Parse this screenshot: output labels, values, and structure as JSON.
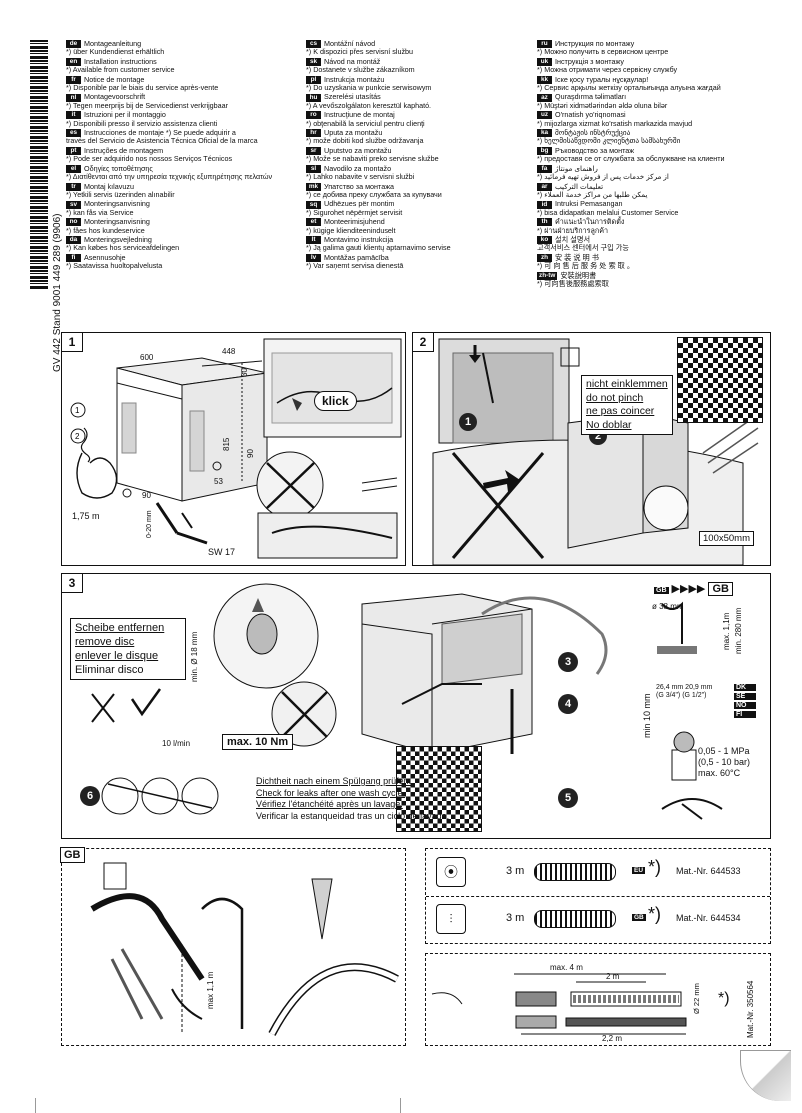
{
  "doc_id": "GV 442 Stand   9001 449 289 (9906)",
  "columns": [
    [
      {
        "code": "de",
        "title": "Montageanleitung",
        "note": "*) über Kundendienst erhältlich"
      },
      {
        "code": "en",
        "title": "Installation instructions",
        "note": "*) Available from customer service"
      },
      {
        "code": "fr",
        "title": "Notice de montage",
        "note": "*) Disponible par le biais du service après-vente"
      },
      {
        "code": "nl",
        "title": "Montagevoorschrift",
        "note": "*) Tegen meerprijs bij de Servicedienst verkrijgbaar"
      },
      {
        "code": "it",
        "title": "Istruzioni per il montaggio",
        "note": "*) Disponibili presso il servizio assistenza clienti"
      },
      {
        "code": "es",
        "title": "Instrucciones de montaje   *) Se puede adquirir a",
        "note": "través del Servicio de Asistencia Técnica Oficial de la marca"
      },
      {
        "code": "pt",
        "title": "Instruções de montagem",
        "note": "*) Pode ser adquirido nos nossos Serviços Técnicos"
      },
      {
        "code": "el",
        "title": "Οδηγίες τοποθέτησης",
        "note": "*) Διατίθενται από την υπηρεσία τεχνικής εξυπηρέτησης πελατών"
      },
      {
        "code": "tr",
        "title": "Montaj kılavuzu",
        "note": "*) Yetkili servis üzerinden alınabilir"
      },
      {
        "code": "sv",
        "title": "Monteringsanvisning",
        "note": "*) kan fås via Service"
      },
      {
        "code": "no",
        "title": "Monteringsanvisning",
        "note": "*) fåes hos kundeservice"
      },
      {
        "code": "da",
        "title": "Monteringsvejledning",
        "note": "*) Kan købes hos serviceafdelingen"
      },
      {
        "code": "fi",
        "title": "Asennusohje",
        "note": "*) Saatavissa huoltopalvelusta"
      }
    ],
    [
      {
        "code": "cs",
        "title": "Montážní návod",
        "note": "*) K dispozici přes servisní službu"
      },
      {
        "code": "sk",
        "title": "Návod na montáž",
        "note": "*) Dostanete v službe zákazníkom"
      },
      {
        "code": "pl",
        "title": "Instrukcja montażu",
        "note": "*) Do uzyskania w punkcie serwisowym"
      },
      {
        "code": "hu",
        "title": "Szerelési utasítás",
        "note": "*) A vevőszolgálaton keresztül kapható."
      },
      {
        "code": "ro",
        "title": "Instrucţiune de montaj",
        "note": "*) obţenabilă la serviciul pentru clienţi"
      },
      {
        "code": "hr",
        "title": "Uputa za montažu",
        "note": "*) može dobiti kod službe održavanja"
      },
      {
        "code": "sr",
        "title": "Uputstvo za montažu",
        "note": "*) Može se nabaviti preko servisne službe"
      },
      {
        "code": "sl",
        "title": "Navodilo za montažo",
        "note": "*) Lahko nabavite v servisni službi"
      },
      {
        "code": "mk",
        "title": "Упатство за монтажа",
        "note": "*) се добива преку службата за купувачи"
      },
      {
        "code": "sq",
        "title": "Udhëzues për montim",
        "note": "*) Sigurohet nëpërmjet servisit"
      },
      {
        "code": "et",
        "title": "Montееrimisjuhend",
        "note": "*) kügige klienditeeninduselt"
      },
      {
        "code": "lt",
        "title": "Montavimo instrukcija",
        "note": "*) Ją galima gauti klientų aptarnavimo servise"
      },
      {
        "code": "lv",
        "title": "Montāžas pamācība",
        "note": "*) Var saņemt servisa dienestā"
      }
    ],
    [
      {
        "code": "ru",
        "title": "Инструкция по монтажу",
        "note": "*) Можно получить в сервисном центре"
      },
      {
        "code": "uk",
        "title": "Інструкція з монтажу",
        "note": "*) Можна отримати через сервісну службу"
      },
      {
        "code": "kk",
        "title": "Іске қосу туралы нұсқаулар!",
        "note": "*) Сервис арқылы жеткізу орталығында алуына жағдай"
      },
      {
        "code": "az",
        "title": "Quraşdırma təlimatları",
        "note": "*) Müştəri xidmətlərindən əldə oluna bilər"
      },
      {
        "code": "uz",
        "title": "O'rnatish yo'riqnomasi",
        "note": "*) mijozlarga xizmat ko'rsatish markazida mavjud"
      },
      {
        "code": "ka",
        "title": "მონტაჟის ინსტრუქცია",
        "note": "*) ხელმისაწვდომი კლიენტთა სამსახურში"
      },
      {
        "code": "bg",
        "title": "Ръководство за монтаж",
        "note": "*) предоставя се от службата за обслужване на клиенти"
      },
      {
        "code": "fa",
        "title": "راهنمای مونتاژ",
        "note": "*) از مرکز خدمات پس از فروش تهیه فرمائید"
      },
      {
        "code": "ar",
        "title": "تعليمات التركيب",
        "note": "*) يمكن طلبها من مراكز خدمة العملاء"
      },
      {
        "code": "id",
        "title": "Intruksi Pemasangan",
        "note": "*)    bisa didapatkan melalui Customer Service"
      },
      {
        "code": "th",
        "title": "คำแนะนำในการติดตั้ง",
        "note": "*) ผ่านฝ่ายบริการลูกค้า"
      },
      {
        "code": "ko",
        "title": "설치 설명서",
        "note": "고객서비스 센터에서 구입 가능"
      },
      {
        "code": "zh",
        "title": "安 装 说 明 书",
        "note": "*) 可 向 售 后 服 务 处 索 取 。"
      },
      {
        "code": "zh-tw",
        "title": "安裝說明書",
        "note": "*) 可向售後服務處索取"
      }
    ]
  ],
  "panel1": {
    "number": "1",
    "dims": {
      "width": "600",
      "depth": "448",
      "top": "30",
      "height": "815",
      "d90": "90",
      "d53": "53",
      "d90b": "90",
      "range": "0-20 mm",
      "cable": "1,75 m"
    },
    "klick": "klick",
    "wrench": "SW 17",
    "items": [
      "1",
      "2"
    ]
  },
  "panel2": {
    "number": "2",
    "warning": [
      "nicht einklemmen",
      "do not pinch",
      "ne pas coincer",
      "No doblar"
    ],
    "opening": "100x50mm",
    "steps": [
      "1",
      "2"
    ]
  },
  "panel3": {
    "number": "3",
    "remove_disc": [
      "Scheibe entfernen",
      "remove disc",
      "enlever le disque",
      "Eliminar disco"
    ],
    "min_d": "min. Ø 18 mm",
    "flow": "10 l/min",
    "torque": "max. 10 Nm",
    "check": [
      "Dichtheit nach einem Spülgang prüfen.",
      "Check for leaks after one wash cycle.",
      "Vérifiez l'étanchéité après un lavage.",
      "Verificar la estanqueidad tras un ciclo de lavado."
    ],
    "gb_badge": "GB",
    "drain_d": "ø 38 mm",
    "max_h": "max. 1,1m",
    "min_h": "min. 280 mm",
    "thread": "26,4 mm  20,9 mm",
    "thread2": "(G 3/4\")  (G 1/2\")",
    "min10": "min 10 mm",
    "countries": [
      "DK",
      "SE",
      "NO",
      "FI"
    ],
    "pressure": [
      "0,05 - 1 MPa",
      "(0,5 - 10 bar)",
      "max. 60°C"
    ],
    "steps": [
      "3",
      "4",
      "5",
      "6"
    ]
  },
  "panel_gb": {
    "label": "GB",
    "max_h": "max 1,1 m"
  },
  "cables": [
    {
      "len": "3 m",
      "region": "EU",
      "mat": "Mat.-Nr. 644533"
    },
    {
      "len": "3 m",
      "region": "GB",
      "mat": "Mat.-Nr. 644534"
    }
  ],
  "hose": {
    "max": "max. 4 m",
    "len1": "2 m",
    "diam": "Ø 22 mm",
    "len2": "2,2 m",
    "mat": "Mat.-Nr. 350564"
  }
}
